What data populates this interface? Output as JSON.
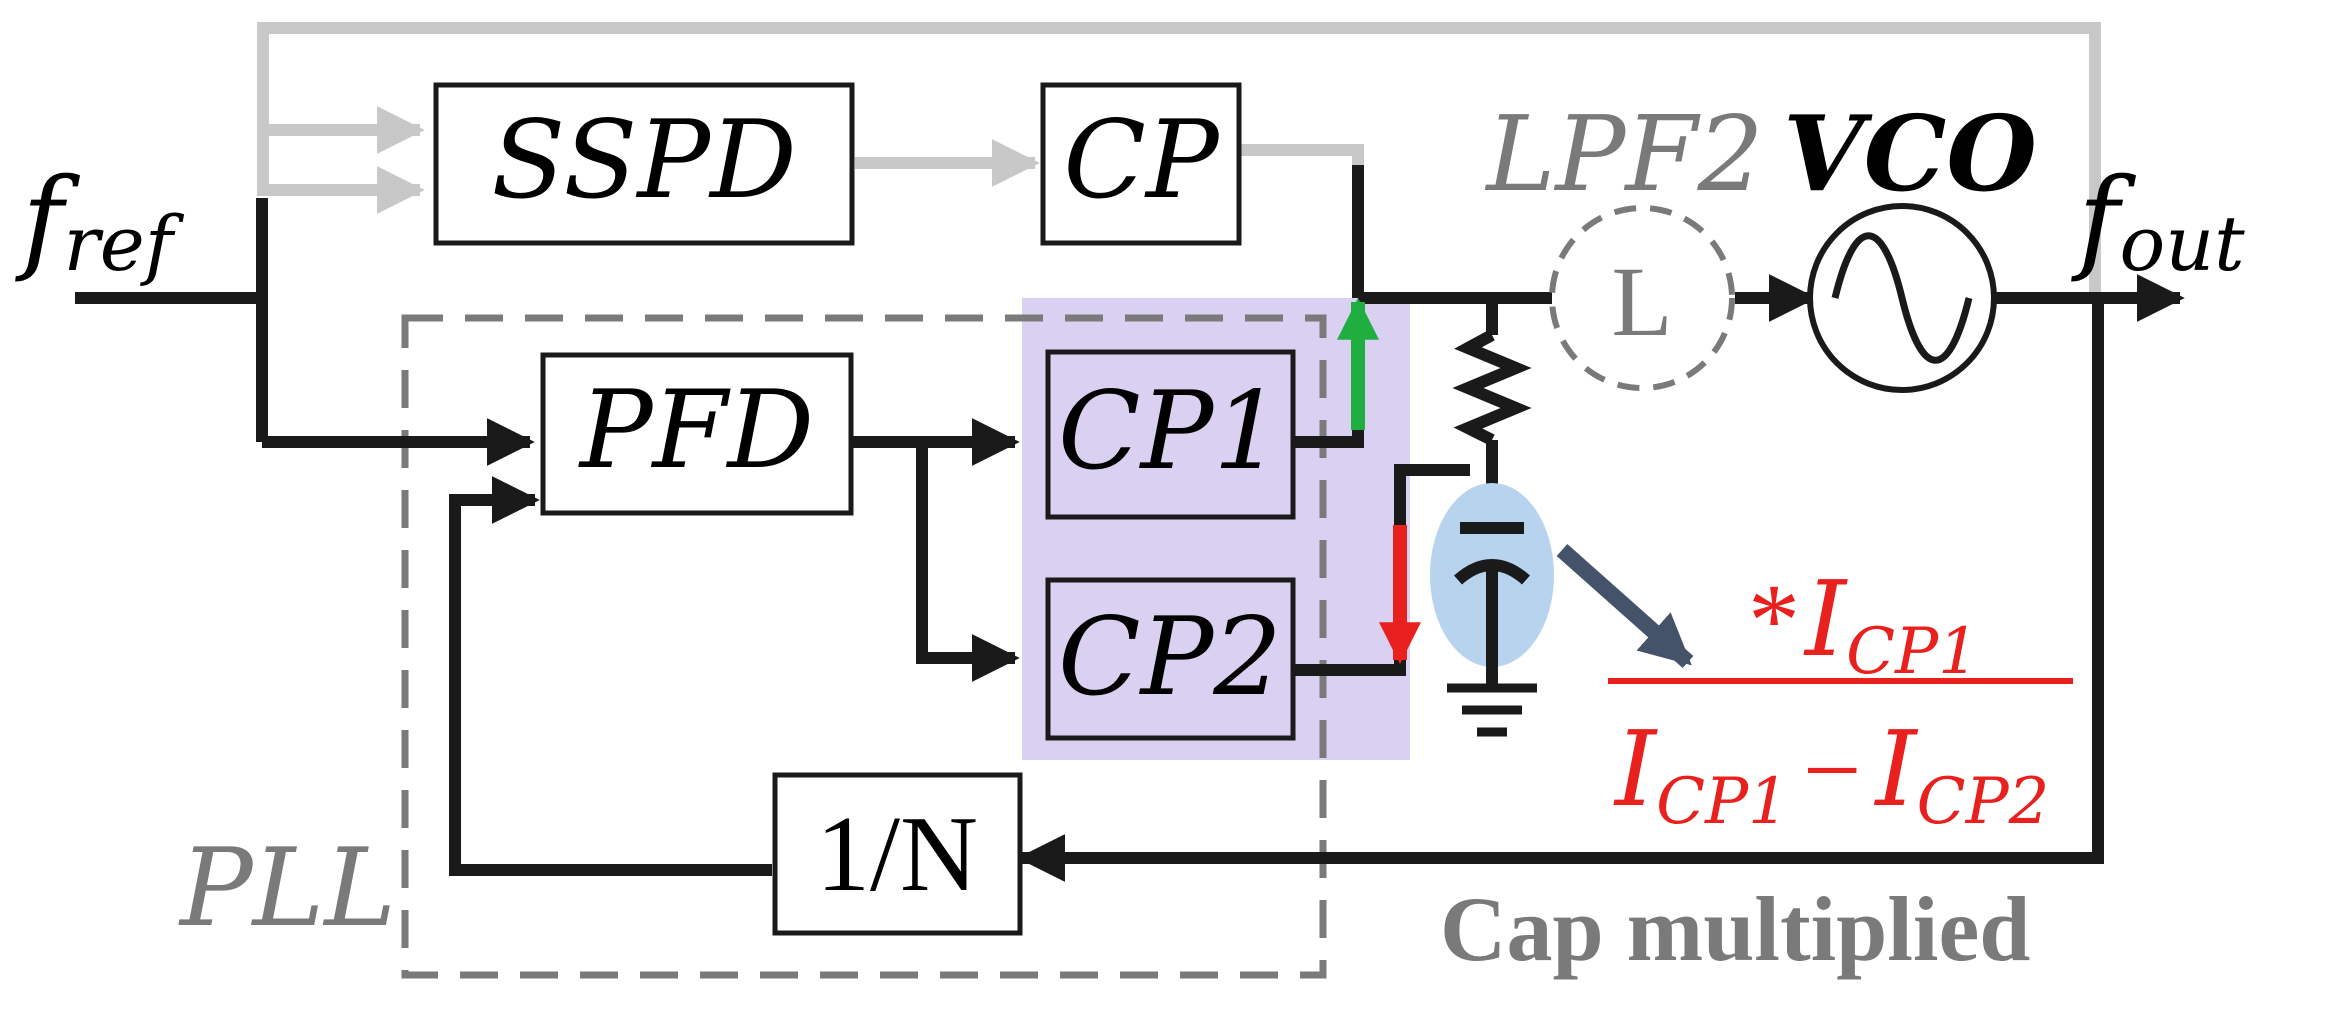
{
  "inputs": {
    "f_ref_main": "f",
    "f_ref_sub": "ref",
    "f_out_main": "f",
    "f_out_sub": "out"
  },
  "blocks": {
    "sspd": "SSPD",
    "cp": "CP",
    "pfd": "PFD",
    "cp1": "CP1",
    "cp2": "CP2",
    "divider": "1/N",
    "vco": "VCO",
    "lpf2": "LPF2",
    "inductor": "L"
  },
  "labels": {
    "pll": "PLL",
    "cap_multiplied": "Cap multiplied"
  },
  "formula": {
    "num_star": "*",
    "num_i": "I",
    "num_sub": "CP1",
    "den_i1": "I",
    "den_sub1": "CP1",
    "den_minus": "−",
    "den_i2": "I",
    "den_sub2": "CP2"
  },
  "colors": {
    "wire": "#1a1a1a",
    "gray_path": "#c8c8c8",
    "gray_text": "#7a7a7a",
    "highlight": "#d9d0f2",
    "cap_bubble": "#b8d3ee",
    "formula_red": "#e8201e",
    "up_arrow": "#1fae3f",
    "down_arrow": "#e8201e",
    "pointer": "#44536a"
  }
}
